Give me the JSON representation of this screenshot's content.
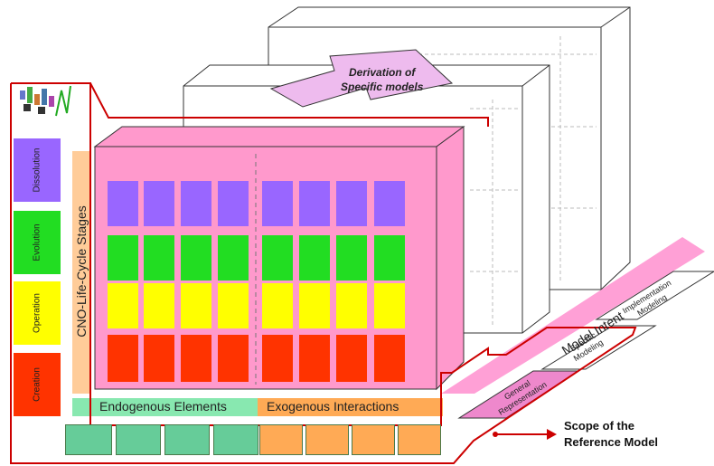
{
  "derivation_label": [
    "Derivation of",
    "Specific models"
  ],
  "stages_axis_label": "CNO-Life-Cycle Stages",
  "stages": [
    "Dissolution",
    "Evolution",
    "Operation",
    "Creation"
  ],
  "stage_colors": {
    "Dissolution": "#9966ff",
    "Evolution": "#22dd22",
    "Operation": "#ffff00",
    "Creation": "#ff3300"
  },
  "bottom_labels": {
    "endogenous": "Endogenous Elements",
    "exogenous": "Exogenous Interactions"
  },
  "model_intent_label": "Model Intent",
  "intent_levels": [
    {
      "line1": "General",
      "line2": "Representation"
    },
    {
      "line1": "Specific",
      "line2": "Modeling"
    },
    {
      "line1": "Implementation",
      "line2": "Modeling"
    }
  ],
  "scope_label": [
    "Scope of the",
    "Reference Model"
  ],
  "colors": {
    "box_front": "#ff99cc",
    "box_top": "#ff99cc",
    "scope_outline": "#cc0000",
    "endo_bar": "#88e8b0",
    "exo_bar": "#ffaa55"
  },
  "icons": {
    "endogenous": [
      "network-map-icon",
      "component-icon",
      "process-flow-icon",
      "structure-icon"
    ],
    "exogenous": [
      "market-chart-icon",
      "support-tools-icon",
      "society-icon",
      "constituency-icon"
    ]
  }
}
